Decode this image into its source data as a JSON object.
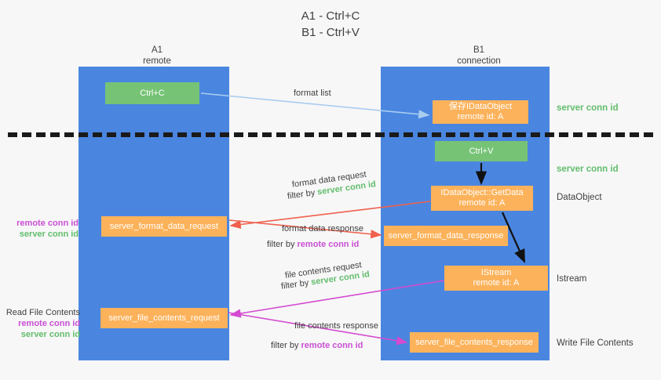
{
  "title": {
    "line1": "A1 - Ctrl+C",
    "line2": "B1 - Ctrl+V"
  },
  "columns": {
    "left": {
      "name": "A1",
      "role": "remote"
    },
    "right": {
      "name": "B1",
      "role": "connection"
    }
  },
  "colors": {
    "lane": "#4a86e0",
    "green_box": "#76c376",
    "orange_box": "#fcb25a",
    "server_conn_id": "#62bd6d",
    "remote_conn_id": "#c94fd4",
    "format_list_arrow": "#a8cdf0",
    "format_data_arrow": "#f0604d",
    "file_contents_arrow": "#d44bd0",
    "black_arrow": "#111111",
    "background": "#f7f7f7"
  },
  "boxes": {
    "ctrl_c": {
      "label": "Ctrl+C",
      "kind": "green"
    },
    "ctrl_v": {
      "label": "Ctrl+V",
      "kind": "green"
    },
    "idataobject": {
      "line1": "保存IDataObject",
      "line2": "remote id: A",
      "kind": "orange"
    },
    "getdata": {
      "line1": "IDataObject::GetData",
      "line2": "remote id: A",
      "kind": "orange"
    },
    "istream": {
      "line1": "IStream",
      "line2": "remote id: A",
      "kind": "orange"
    },
    "server_format_data_request": {
      "label": "server_format_data_request",
      "kind": "orange"
    },
    "server_format_data_response": {
      "label": "server_format_data_response",
      "kind": "orange"
    },
    "server_file_contents_request": {
      "label": "server_file_contents_request",
      "kind": "orange"
    },
    "server_file_contents_response": {
      "label": "server_file_contents_response",
      "kind": "orange"
    }
  },
  "edge_labels": {
    "format_list": "format list",
    "format_data_request": "format data request",
    "format_data_request_filter_prefix": "filter by ",
    "format_data_request_filter_value": "server conn id",
    "format_data_response": "format data response",
    "format_data_response_filter_prefix": "filter by ",
    "format_data_response_filter_value": "remote conn id",
    "file_contents_request": "file contents request",
    "file_contents_request_filter_prefix": "filter by ",
    "file_contents_request_filter_value": "server conn id",
    "file_contents_response": "file contents response",
    "file_contents_response_filter_prefix": "filter by ",
    "file_contents_response_filter_value": "remote conn id"
  },
  "side_notes": {
    "server_conn_id_top": "server conn id",
    "server_conn_id_mid": "server conn id",
    "dataobject": "DataObject",
    "istream": "Istream",
    "write_file_contents": "Write File Contents"
  },
  "left_notes": {
    "remote_conn_id_1": "remote conn id",
    "server_conn_id_1": "server conn id",
    "read_file_contents": "Read File Contents",
    "remote_conn_id_2": "remote conn id",
    "server_conn_id_2": "server conn id"
  }
}
